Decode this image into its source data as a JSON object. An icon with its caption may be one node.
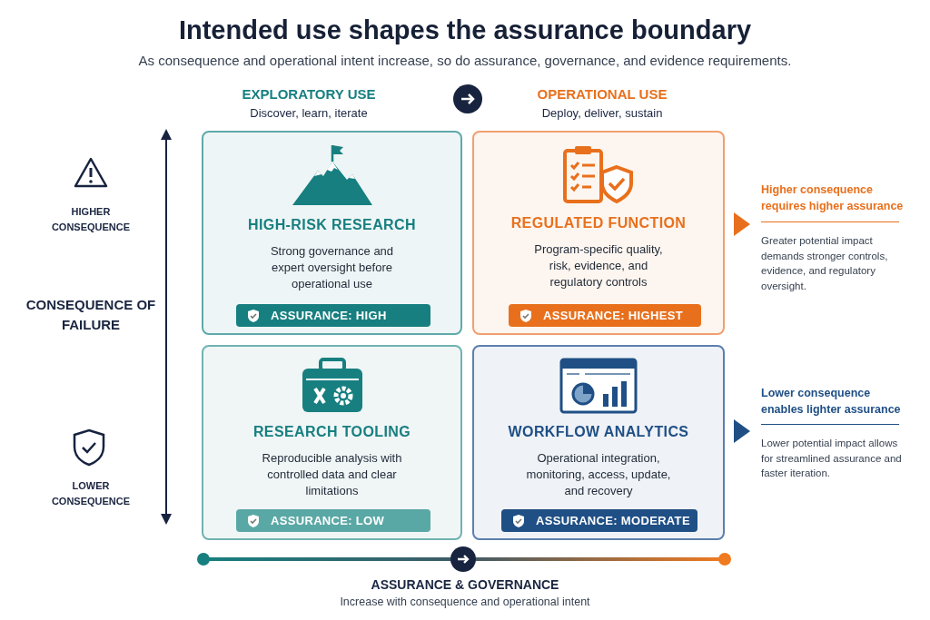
{
  "diagram": {
    "title": "Intended use shapes the assurance boundary",
    "nodes": [
      {
        "text": [
          "HIGH-RISK RESEARCH",
          "Strong governance and expert oversight before operational use"
        ]
      },
      {
        "text": [
          "ASSURANCE: HIGH"
        ],
        "in": 0
      },
      {
        "text": [
          "REGULATED FUNCTION",
          "Program-specific quality, risk, evidence, and regulatory controls"
        ]
      },
      {
        "text": [
          "ASSURANCE: HIGHEST"
        ],
        "in": 2
      },
      {
        "text": [
          "RESEARCH TOOLING",
          "Reproducible analysis with controlled data and clear limitations"
        ]
      },
      {
        "text": [
          "ASSURANCE: LOW"
        ],
        "in": 4
      },
      {
        "text": [
          "WORKFLOW ANALYTICS",
          "Operational integration, monitoring, access, update, and recovery"
        ]
      },
      {
        "text": [
          "ASSURANCE: MODERATE"
        ],
        "in": 6
      }
    ],
    "labels": [
      "As consequence and operational intent increase, so do assurance, governance, and evidence requirements.",
      "EXPLORATORY USE",
      "Discover, learn, iterate",
      "OPERATIONAL USE",
      "Deploy, deliver, sustain",
      "HIGHER CONSEQUENCE",
      "CONSEQUENCE OF FAILURE",
      "LOWER CONSEQUENCE",
      "Higher consequence requires higher assurance",
      "Greater potential impact demands stronger controls, evidence, and regulatory oversight.",
      "Lower consequence enables lighter assurance",
      "Lower potential impact allows for streamlined assurance and faster iteration.",
      "ASSURANCE & GOVERNANCE",
      "Increase with consequence and operational intent"
    ]
  }
}
